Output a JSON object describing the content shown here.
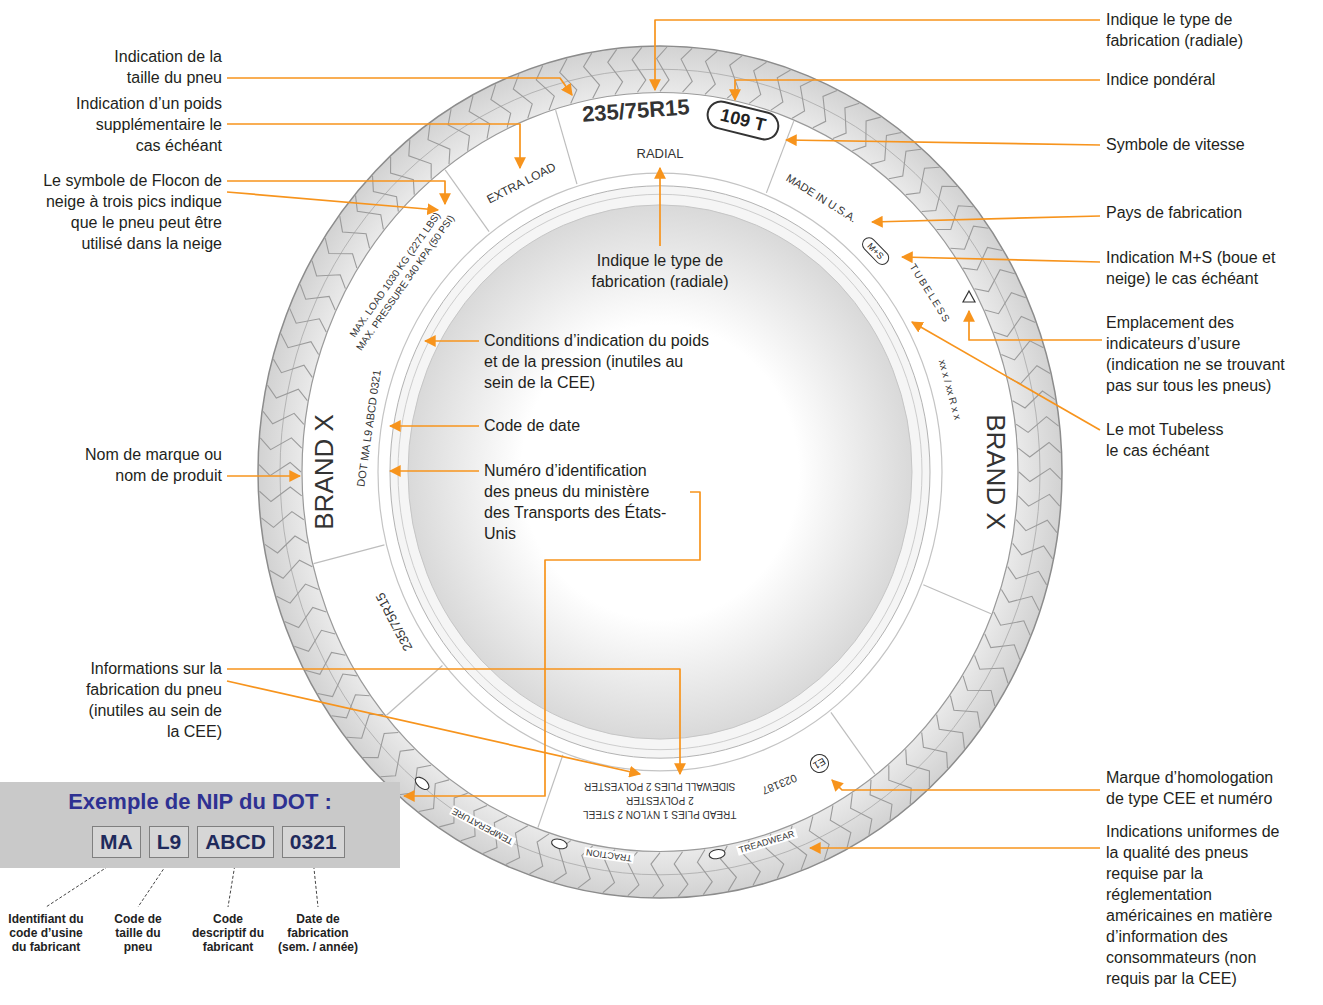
{
  "diagram": {
    "nodes": [
      {
        "text": [
          "Exemple de NIP du DOT :"
        ]
      },
      {
        "text": [
          "MA"
        ],
        "in": 0
      },
      {
        "text": [
          "L9"
        ],
        "in": 0
      },
      {
        "text": [
          "ABCD"
        ],
        "in": 0
      },
      {
        "text": [
          "0321"
        ],
        "in": 0
      },
      {
        "text": [
          "109 T"
        ]
      },
      {
        "text": [
          "M+S"
        ]
      },
      {
        "text": [
          "E1"
        ]
      }
    ],
    "labels": [
      "Indication de la taille du pneu",
      "Indication d’un poids supplémentaire le cas échéant",
      "Le symbole de Flocon de neige à trois pics indique que le pneu peut être utilisé dans la neige",
      "Nom de marque ou nom de produit",
      "Informations sur la fabrication du pneu (inutiles au sein de la CEE)",
      "Indique le type de fabrication (radiale)",
      "Conditions d’indication du poids et de la pression (inutiles au sein de la CEE)",
      "Code de date",
      "Numéro d’identification des pneus du ministère des Transports des États-Unis",
      "Indique le type de fabrication (radiale)",
      "Indice pondéral",
      "Symbole de vitesse",
      "Pays de fabrication",
      "Indication M+S (boue et neige) le cas échéant",
      "Emplacement des indicateurs d’usure (indication ne se trouvant pas sur tous les pneus)",
      "Le mot Tubeless le cas échéant",
      "Marque d’homologation de type CEE et numéro",
      "Indications uniformes de la qualité des pneus requise par la réglementation américaines en matière d’information des consommateurs (non requis par la CEE)",
      "Identifiant du code d’usine du fabricant",
      "Code de taille du pneu",
      "Code descriptif du fabricant",
      "Date de fabrication (sem. / année)",
      "235/75R15",
      "RADIAL",
      "EXTRA LOAD",
      "MADE IN U.S.A.",
      "TUBELESS",
      "xx x / xx R x x",
      "MAX. LOAD 1030 KG (2271 LBS)",
      "MAX. PRESSURE 340 KPA (50 PSI)",
      "BRAND X",
      "BRAND X",
      "DOT MA L9 ABCD 0321",
      "235/75R15",
      "TREAD PLIES 1 NYLON 2 STEEL",
      "2 POLYESTER",
      "SIDEWALL PLIES 2 POLYESTER",
      "023187",
      "TREADWEAR",
      "TRACTION",
      "TEMPERATURE"
    ]
  }
}
